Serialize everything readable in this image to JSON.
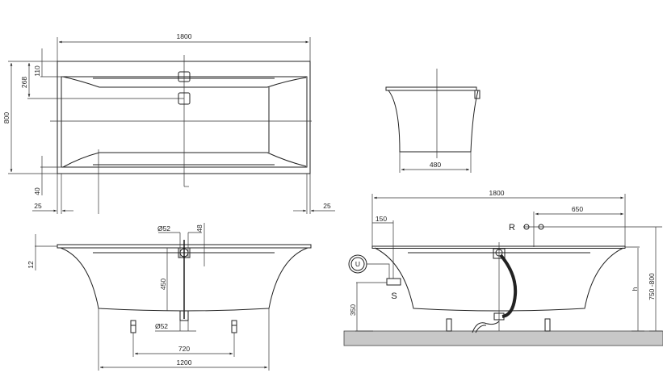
{
  "top_view": {
    "width_label": "1800",
    "depth_label": "800",
    "dim_268": "268",
    "dim_110": "110",
    "dim_40": "40",
    "dim_25_left": "25",
    "dim_25_right": "25"
  },
  "end_view": {
    "width_label": "480"
  },
  "front_view": {
    "dim_diam_top": "Ø52",
    "dim_48": "48",
    "dim_12": "12",
    "dim_450": "450",
    "dim_diam_bottom": "Ø52",
    "dim_720": "720",
    "dim_1200": "1200"
  },
  "install_view": {
    "width_label": "1800",
    "dim_650": "650",
    "dim_150": "150",
    "label_r": "R",
    "label_s": "S",
    "label_u": "U",
    "dim_350": "350",
    "label_h": "h",
    "dim_height_range": "750 -800"
  },
  "colors": {
    "floor": "#c8c8c8",
    "hose": "#222222"
  }
}
